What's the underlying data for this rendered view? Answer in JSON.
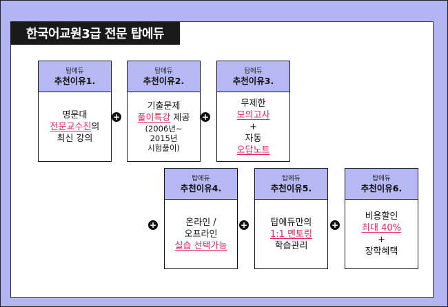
{
  "title": "한국어교원3급 전문 탑에듀",
  "cards": [
    {
      "brand": "탑에듀",
      "reason": "추천이유1.",
      "l1": "명문대",
      "l2": "전문교수진",
      "l2b": "의",
      "l3": "최신 강의"
    },
    {
      "brand": "탑에듀",
      "reason": "추천이유2.",
      "l1": "기출문제",
      "l2": "풀이특강",
      "l2b": " 제공",
      "l3": "(2006년~",
      "l4": "2015년",
      "l5": "시험풀이)"
    },
    {
      "brand": "탑에듀",
      "reason": "추천이유3.",
      "l1": "무제한",
      "l2": "모의고사",
      "l3": "+",
      "l4": "자동",
      "l5": "오답노트"
    },
    {
      "brand": "탑에듀",
      "reason": "추천이유4.",
      "l1": "온라인 /",
      "l2": "오프라인",
      "l3": "실습 선택가능"
    },
    {
      "brand": "탑에듀",
      "reason": "추천이유5.",
      "l1": "탑에듀만의",
      "l2": "1:1 멘토링",
      "l3": "학습관리"
    },
    {
      "brand": "탑에듀",
      "reason": "추천이유6.",
      "l1": "비용할인",
      "l2": "최대 40%",
      "l3": "+",
      "l4": "장학혜택"
    }
  ],
  "plus_symbol": "+"
}
